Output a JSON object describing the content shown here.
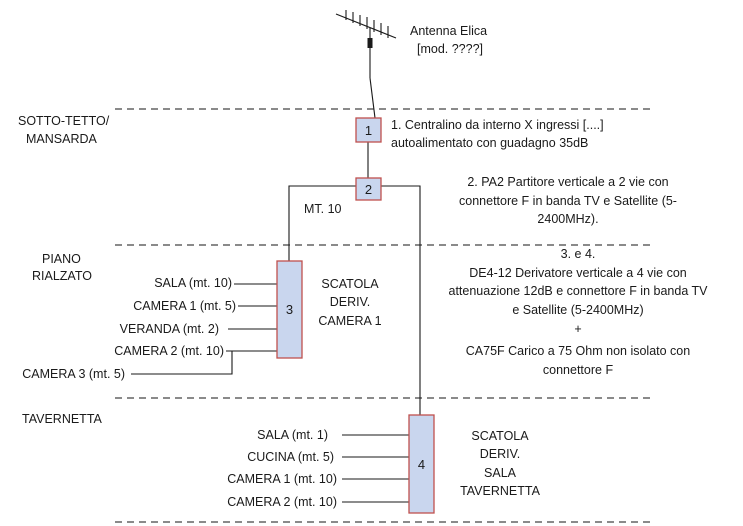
{
  "antenna": {
    "title": "Antenna Elica",
    "model": "[mod. ????]"
  },
  "floors": {
    "attic": [
      "SOTTO-TETTO/",
      "MANSARDA"
    ],
    "ground": [
      "PIANO",
      "RIALZATO"
    ],
    "basement": [
      "TAVERNETTA"
    ]
  },
  "devices": [
    {
      "id": "1",
      "label": "1"
    },
    {
      "id": "2",
      "label": "2"
    },
    {
      "id": "3",
      "label": "3"
    },
    {
      "id": "4",
      "label": "4"
    }
  ],
  "cable_label": "MT. 10",
  "boxes": {
    "camera1": [
      "SCATOLA",
      "DERIV.",
      "CAMERA 1"
    ],
    "tavernetta": [
      "SCATOLA",
      "DERIV.",
      "SALA",
      "TAVERNETTA"
    ]
  },
  "outlets_ground": [
    "SALA (mt. 10)",
    "CAMERA 1 (mt. 5)",
    "VERANDA (mt. 2)",
    "CAMERA 2 (mt. 10)",
    "CAMERA 3 (mt. 5)"
  ],
  "outlets_basement": [
    "SALA (mt. 1)",
    "CUCINA (mt. 5)",
    "CAMERA 1 (mt. 10)",
    "CAMERA 2 (mt. 10)"
  ],
  "notes": {
    "n1": [
      "1. Centralino da interno X ingressi [....]",
      "autoalimentato con guadagno 35dB"
    ],
    "n2": [
      "2. PA2 Partitore verticale a 2 vie con",
      "connettore F in banda TV e Satellite (5-",
      "2400MHz)."
    ],
    "n3": [
      "3. e 4.",
      "DE4-12 Derivatore verticale a 4 vie con",
      "attenuazione 12dB e connettore F in banda TV",
      "e Satellite (5-2400MHz)",
      "+",
      "CA75F Carico a 75 Ohm non isolato con",
      "connettore F"
    ]
  }
}
